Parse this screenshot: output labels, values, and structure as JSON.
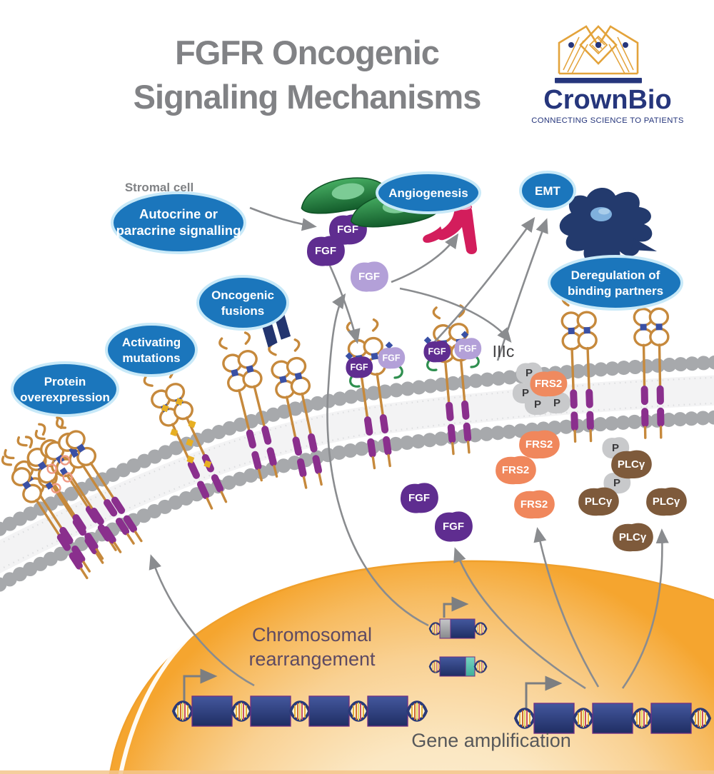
{
  "title": {
    "line1": "FGFR Oncogenic",
    "line2": "Signaling Mechanisms"
  },
  "logo": {
    "brand": "CrownBio",
    "tagline": "CONNECTING SCIENCE TO PATIENTS"
  },
  "ovals": {
    "autocrine": {
      "line1": "Autocrine or",
      "line2": "paracrine signalling"
    },
    "angiogenesis": {
      "label": "Angiogenesis"
    },
    "emt": {
      "label": "EMT"
    },
    "oncogenic_fusions": {
      "line1": "Oncogenic",
      "line2": "fusions"
    },
    "activating_mutations": {
      "line1": "Activating",
      "line2": "mutations"
    },
    "protein_overexpression": {
      "line1": "Protein",
      "line2": "overexpression"
    },
    "deregulation": {
      "line1": "Deregulation of",
      "line2": "binding partners"
    }
  },
  "labels": {
    "stromal_cell": "Stromal cell",
    "receptor_isoform": "IIIc",
    "chromosomal_line1": "Chromosomal",
    "chromosomal_line2": "rearrangement",
    "gene_amplification": "Gene amplification"
  },
  "molecules": {
    "fgf": "FGF",
    "frs2": "FRS2",
    "plc_gamma": "PLCγ",
    "phosphate": "P"
  },
  "colors": {
    "oval_blue": "#1b76bc",
    "title_gray": "#818285",
    "brand_navy": "#26367c",
    "crown_gold": "#e3a33b",
    "fgf_purple": "#5f2d90",
    "fgf_light_purple": "#b3a0d8",
    "frs2_salmon": "#f0875c",
    "plc_brown": "#7e5a3b",
    "phosphate_gray": "#c8c9cb",
    "membrane_gray": "#a7a9ac",
    "receptor_orange": "#c6893c",
    "kinase_purple": "#8a2f8d",
    "nucleus_orange": "#f5a52f",
    "vessel_crimson": "#d31d5c",
    "emt_navy": "#233a6d",
    "stromal_green": "#2e9551",
    "dna_navy": "#2b3a78",
    "arrow_gray": "#8a8c8f"
  }
}
